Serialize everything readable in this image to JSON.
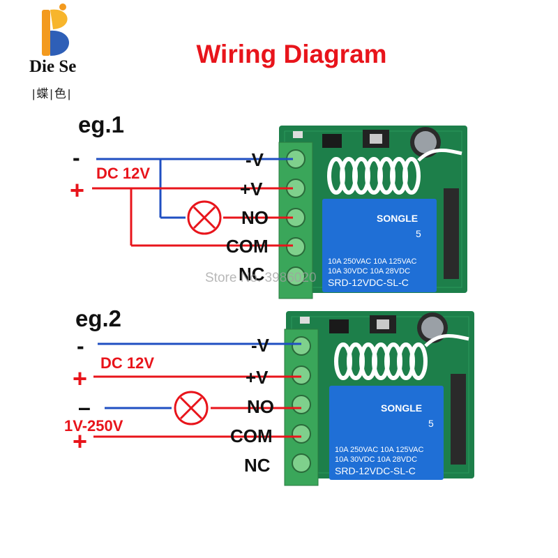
{
  "brand": {
    "name": "Die Se",
    "chinese": "|蝶|色|"
  },
  "title": "Wiring Diagram",
  "watermark": "Store No. 3986020",
  "colors": {
    "title": "#e8141b",
    "negative_wire": "#1f4fc2",
    "positive_wire": "#e8141b",
    "pcb": "#1d7f4a",
    "relay": "#1f6fd6",
    "terminal": "#3aa65a"
  },
  "example1": {
    "label": "eg.1",
    "minus": "-",
    "plus": "+",
    "supply": "DC 12V",
    "terminals": [
      "-V",
      "+V",
      "NO",
      "COM",
      "NC"
    ],
    "relay": {
      "brand": "SONGLE",
      "rating1": "10A 250VAC  10A 125VAC",
      "rating2": "10A  30VDC  10A  28VDC",
      "model": "SRD-12VDC-SL-C",
      "number": "5"
    }
  },
  "example2": {
    "label": "eg.2",
    "minus": "-",
    "plus": "+",
    "supply": "DC 12V",
    "load_minus": "–",
    "load_plus": "+",
    "load_supply": "1V-250V",
    "terminals": [
      "-V",
      "+V",
      "NO",
      "COM",
      "NC"
    ],
    "relay": {
      "brand": "SONGLE",
      "rating1": "10A 250VAC  10A 125VAC",
      "rating2": "10A  30VDC  10A  28VDC",
      "model": "SRD-12VDC-SL-C",
      "number": "5"
    }
  }
}
